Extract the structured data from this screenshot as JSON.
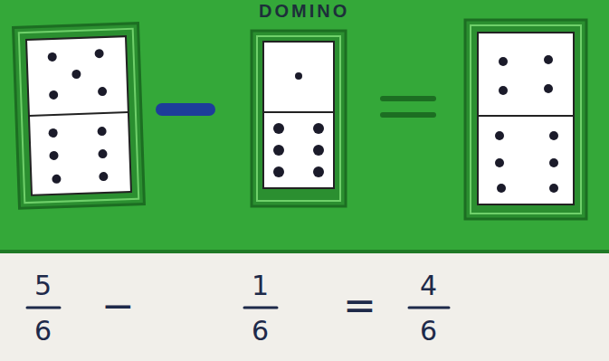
{
  "diagram": {
    "title": "DOMINO",
    "labels": [
      "5",
      "6",
      "−",
      "1",
      "6",
      "=",
      "4",
      "6"
    ]
  }
}
